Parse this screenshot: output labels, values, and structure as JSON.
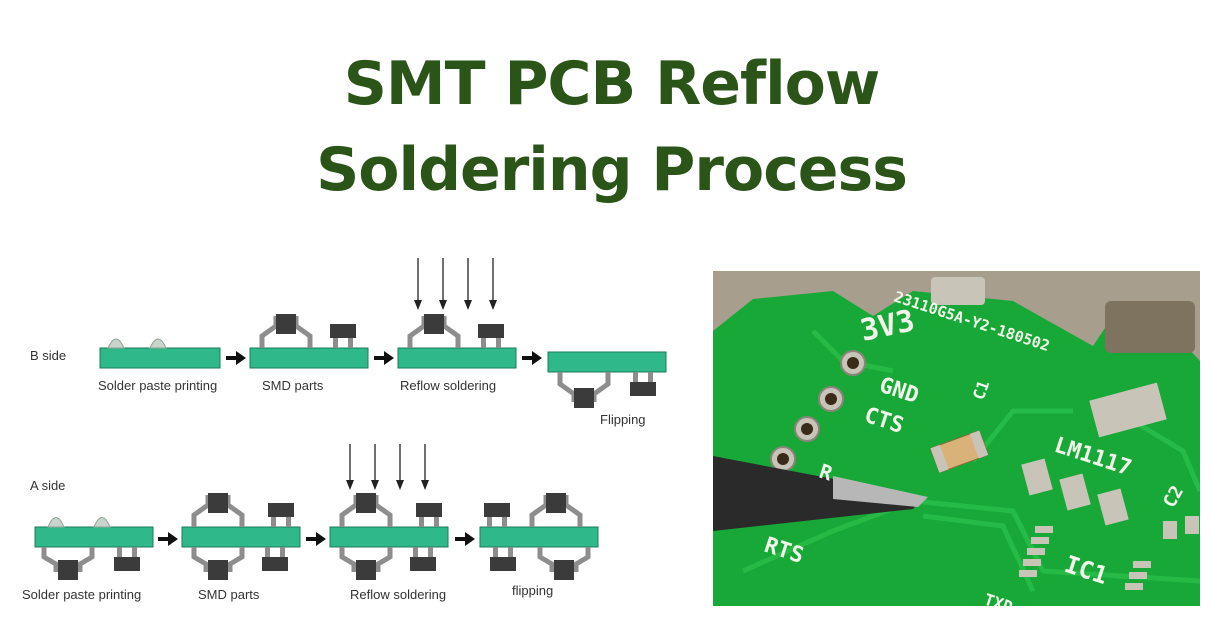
{
  "title": {
    "line1": "SMT PCB Reflow",
    "line2": "Soldering Process"
  },
  "diagram": {
    "b_side": {
      "side_label": "B side",
      "steps": [
        "Solder paste printing",
        "SMD parts",
        "Reflow soldering",
        "Flipping"
      ]
    },
    "a_side": {
      "side_label": "A side",
      "steps": [
        "Solder paste printing",
        "SMD parts",
        "Reflow soldering",
        "flipping"
      ]
    },
    "colors": {
      "board": "#2fb98a",
      "component": "#3b3b3b",
      "lead": "#8d8d8d",
      "paste": "#c8d4cc",
      "arrow": "#111111"
    }
  },
  "photo": {
    "silkscreen": {
      "board_id": "23110G5A-Y2-180502",
      "voltage": "3V3",
      "gnd": "GND",
      "cts": "CTS",
      "c1": "C1",
      "regulator": "LM1117",
      "rts": "RTS",
      "ic1": "IC1",
      "c2": "C2",
      "txd": "TXD",
      "partial": "R"
    },
    "colors": {
      "pcb": "#18a838",
      "silkscreen": "#f2f6ea",
      "pad": "#c9c4b8",
      "shield": "#a89e8d"
    }
  }
}
